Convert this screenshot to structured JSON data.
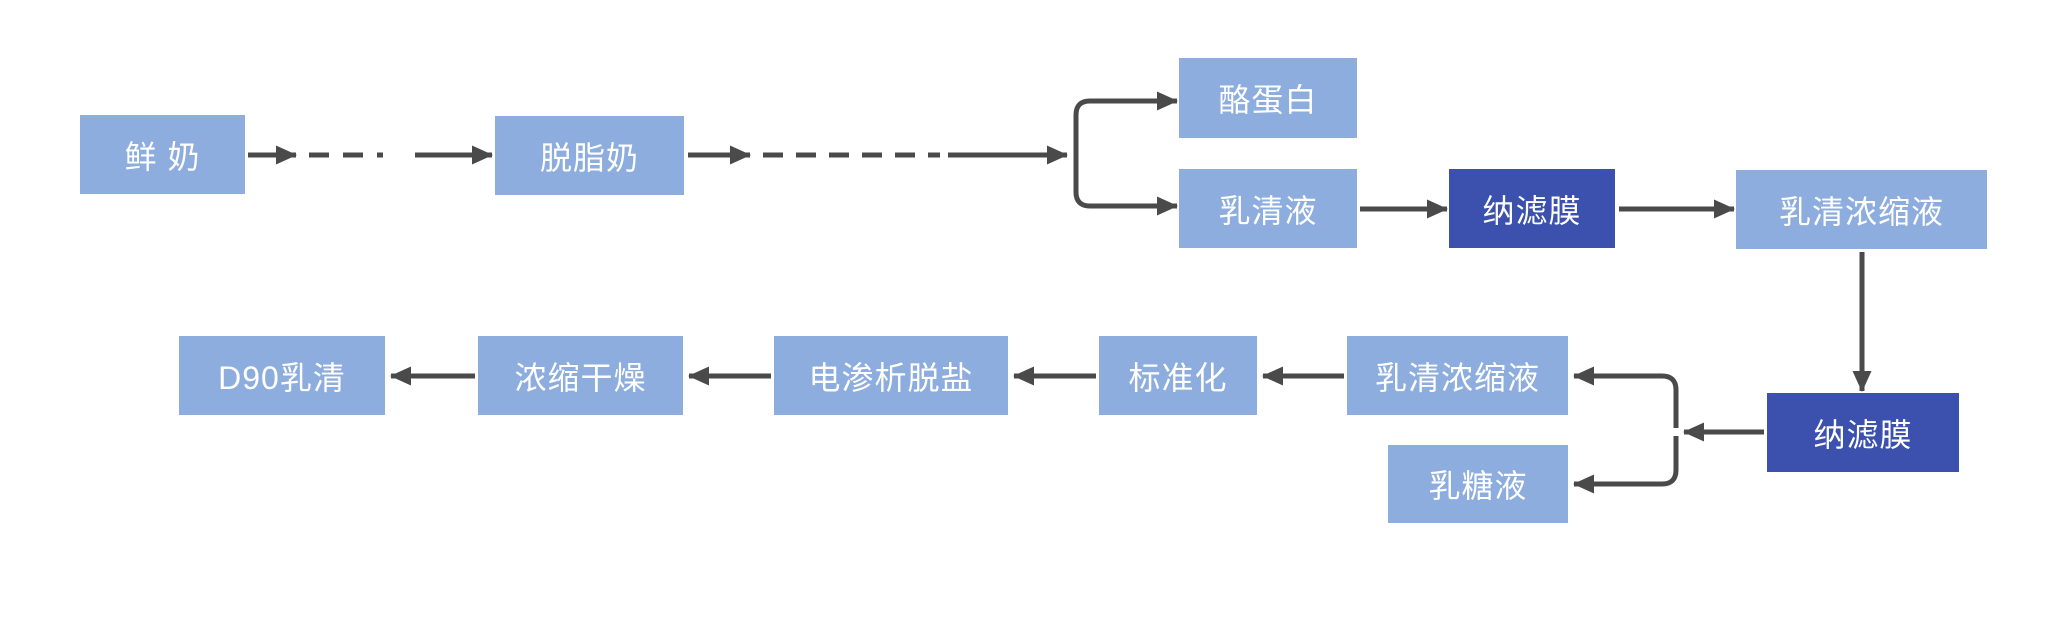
{
  "diagram": {
    "type": "process-flowchart",
    "colors": {
      "node_light": "#8DADDE",
      "node_dark": "#3C50AD",
      "arrow": "#4A4A4A",
      "node_text": "#FFFFFF",
      "background": "#FFFFFF"
    },
    "nodes": {
      "fresh_milk": {
        "label": "鲜 奶",
        "variant": "light"
      },
      "skim_milk": {
        "label": "脱脂奶",
        "variant": "light"
      },
      "casein": {
        "label": "酪蛋白",
        "variant": "light"
      },
      "whey_liquid": {
        "label": "乳清液",
        "variant": "light"
      },
      "nf_membrane_1": {
        "label": "纳滤膜",
        "variant": "dark"
      },
      "whey_concentrate_1": {
        "label": "乳清浓缩液",
        "variant": "light"
      },
      "nf_membrane_2": {
        "label": "纳滤膜",
        "variant": "dark"
      },
      "whey_concentrate_2": {
        "label": "乳清浓缩液",
        "variant": "light"
      },
      "lactose_liquid": {
        "label": "乳糖液",
        "variant": "light"
      },
      "standardization": {
        "label": "标准化",
        "variant": "light"
      },
      "electrodialysis": {
        "label": "电渗析脱盐",
        "variant": "light"
      },
      "concentration_drying": {
        "label": "浓缩干燥",
        "variant": "light"
      },
      "d90_whey": {
        "label": "D90乳清",
        "variant": "light"
      }
    },
    "edges": [
      {
        "from": "fresh_milk",
        "to": "skim_milk",
        "style": "arrow-dashed-arrow"
      },
      {
        "from": "skim_milk",
        "to": "branch_1",
        "style": "arrow-dashed-arrow"
      },
      {
        "from": "branch_1",
        "to": "casein",
        "style": "solid-arrow"
      },
      {
        "from": "branch_1",
        "to": "whey_liquid",
        "style": "solid-arrow"
      },
      {
        "from": "whey_liquid",
        "to": "nf_membrane_1",
        "style": "solid-arrow"
      },
      {
        "from": "nf_membrane_1",
        "to": "whey_concentrate_1",
        "style": "solid-arrow"
      },
      {
        "from": "whey_concentrate_1",
        "to": "nf_membrane_2",
        "style": "solid-arrow-down"
      },
      {
        "from": "nf_membrane_2",
        "to": "branch_2",
        "style": "solid-arrow"
      },
      {
        "from": "branch_2",
        "to": "whey_concentrate_2",
        "style": "solid-arrow"
      },
      {
        "from": "branch_2",
        "to": "lactose_liquid",
        "style": "solid-arrow"
      },
      {
        "from": "whey_concentrate_2",
        "to": "standardization",
        "style": "solid-arrow"
      },
      {
        "from": "standardization",
        "to": "electrodialysis",
        "style": "solid-arrow"
      },
      {
        "from": "electrodialysis",
        "to": "concentration_drying",
        "style": "solid-arrow"
      },
      {
        "from": "concentration_drying",
        "to": "d90_whey",
        "style": "solid-arrow"
      }
    ]
  }
}
